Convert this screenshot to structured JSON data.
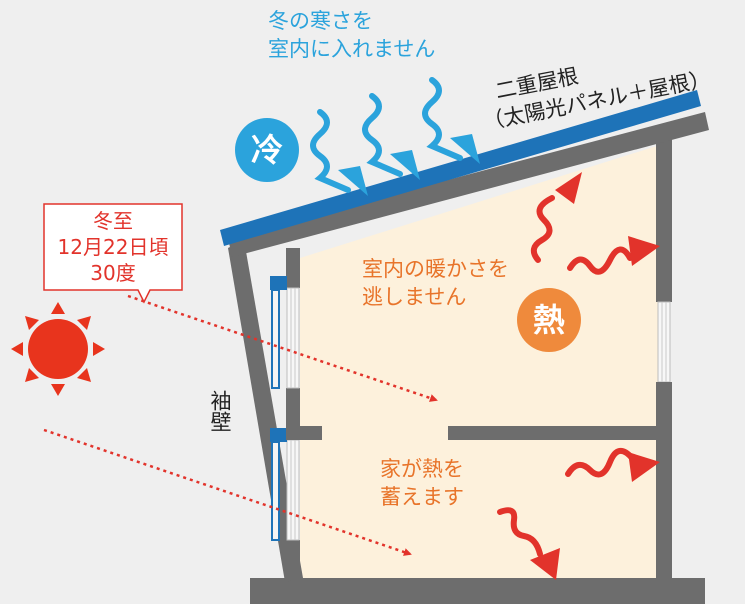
{
  "labels": {
    "cold_message_line1": "冬の寒さを",
    "cold_message_line2": "室内に入れません",
    "roof_line1": "二重屋根",
    "roof_line2": "（太陽光パネル＋屋根）",
    "cold_badge": "冷",
    "heat_badge": "熱",
    "solstice_line1": "冬至",
    "solstice_line2": "12月22日頃",
    "solstice_line3": "30度",
    "warmth_line1": "室内の暖かさを",
    "warmth_line2": "逃しません",
    "store_line1": "家が熱を",
    "store_line2": "蓄えます",
    "sleeve_wall": "袖壁"
  },
  "colors": {
    "background": "#efefef",
    "wall": "#6d6d6d",
    "interior": "#fdf1dc",
    "roof_panel": "#1e73b8",
    "cold_blue": "#2ba3dc",
    "heat_orange": "#ef8a3c",
    "heat_red": "#e2332b",
    "sun": "#e8341d"
  }
}
